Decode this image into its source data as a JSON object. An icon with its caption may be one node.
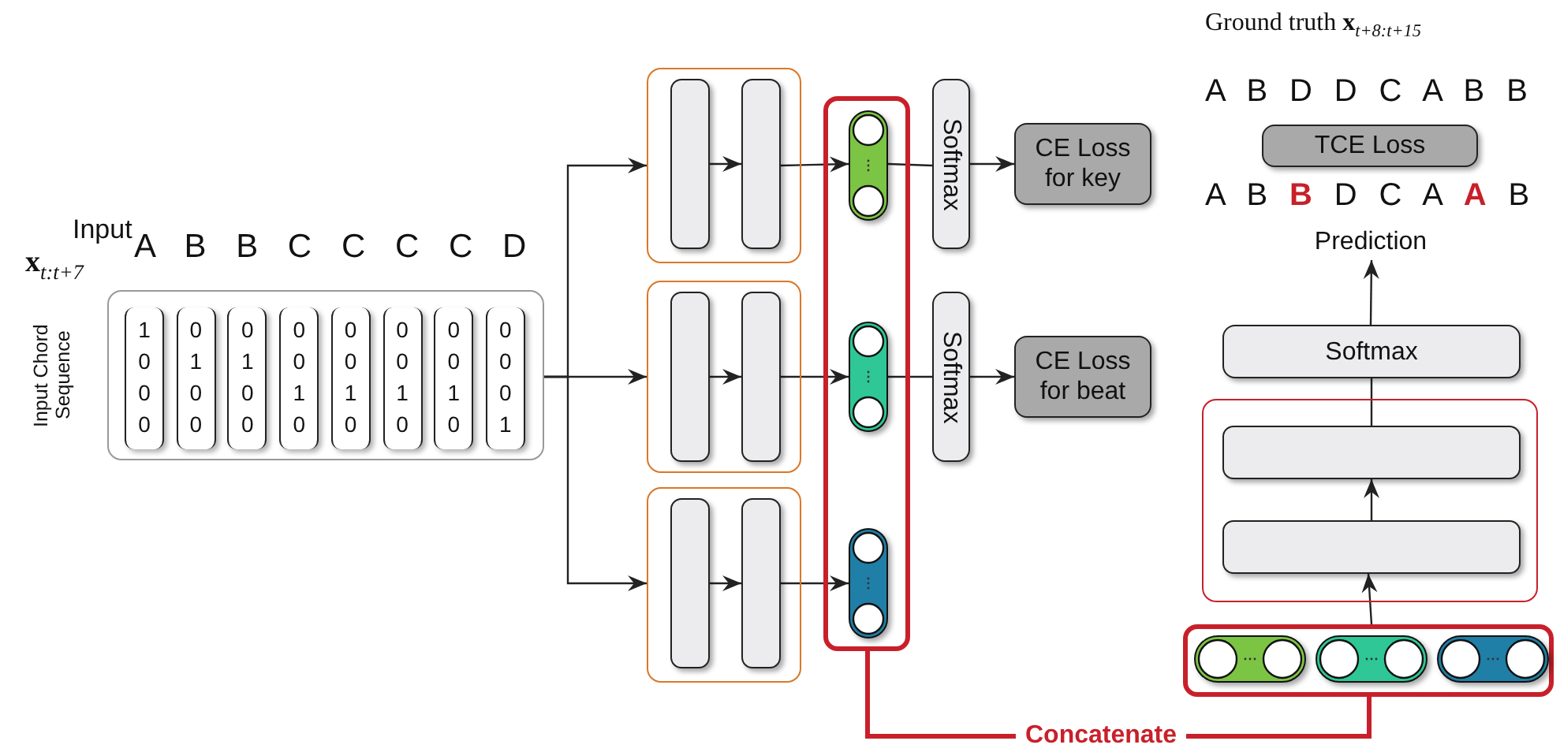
{
  "diagram": {
    "nodes": [
      {
        "text": [
          "Input Chord Sequence"
        ]
      },
      {
        "text": [
          "1 0 0 0"
        ],
        "in": 0
      },
      {
        "text": [
          "0 1 0 0"
        ],
        "in": 0
      },
      {
        "text": [
          "0 1 0 0"
        ],
        "in": 0
      },
      {
        "text": [
          "0 0 1 0"
        ],
        "in": 0
      },
      {
        "text": [
          "0 0 1 0"
        ],
        "in": 0
      },
      {
        "text": [
          "0 0 1 0"
        ],
        "in": 0
      },
      {
        "text": [
          "0 0 1 0"
        ],
        "in": 0
      },
      {
        "text": [
          "0 0 0 1"
        ],
        "in": 0
      },
      {
        "text": [],
        "shape": "box"
      },
      {
        "text": [],
        "shape": "bar",
        "in": 9
      },
      {
        "text": [],
        "shape": "bar",
        "in": 9
      },
      {
        "text": [],
        "shape": "box"
      },
      {
        "text": [],
        "shape": "bar",
        "in": 12
      },
      {
        "text": [],
        "shape": "bar",
        "in": 12
      },
      {
        "text": [],
        "shape": "box"
      },
      {
        "text": [],
        "shape": "bar",
        "in": 15
      },
      {
        "text": [],
        "shape": "bar",
        "in": 15
      },
      {
        "text": [],
        "shape": "box"
      },
      {
        "text": [],
        "shape": "pill",
        "in": 18
      },
      {
        "text": [],
        "shape": "pill",
        "in": 18
      },
      {
        "text": [],
        "shape": "pill",
        "in": 18
      },
      {
        "text": [
          "Softmax"
        ]
      },
      {
        "text": [
          "CE Loss for key"
        ]
      },
      {
        "text": [
          "Softmax"
        ]
      },
      {
        "text": [
          "CE Loss for beat"
        ]
      },
      {
        "text": [],
        "shape": "box"
      },
      {
        "text": [],
        "shape": "pill",
        "in": 26
      },
      {
        "text": [],
        "shape": "pill",
        "in": 26
      },
      {
        "text": [],
        "shape": "pill",
        "in": 26
      },
      {
        "text": [],
        "shape": "box"
      },
      {
        "text": [],
        "shape": "bar",
        "in": 30
      },
      {
        "text": [],
        "shape": "bar",
        "in": 30
      },
      {
        "text": [
          "Softmax"
        ]
      },
      {
        "text": [
          "Prediction"
        ]
      },
      {
        "text": [
          "TCE Loss"
        ]
      }
    ],
    "edges": [
      {
        "from": 0,
        "to": 9,
        "arrow": "to"
      },
      {
        "from": 0,
        "to": 12,
        "arrow": "to"
      },
      {
        "from": 0,
        "to": 15,
        "arrow": "to"
      },
      {
        "from": 10,
        "to": 11,
        "arrow": "to"
      },
      {
        "from": 11,
        "to": 19,
        "arrow": "to"
      },
      {
        "from": 13,
        "to": 14,
        "arrow": "to"
      },
      {
        "from": 14,
        "to": 20,
        "arrow": "to"
      },
      {
        "from": 16,
        "to": 17,
        "arrow": "to"
      },
      {
        "from": 17,
        "to": 21,
        "arrow": "to"
      },
      {
        "from": 19,
        "to": 22,
        "arrow": "none"
      },
      {
        "from": 22,
        "to": 23,
        "arrow": "to"
      },
      {
        "from": 20,
        "to": 24,
        "arrow": "none"
      },
      {
        "from": 24,
        "to": 25,
        "arrow": "to"
      },
      {
        "from": 18,
        "to": 26,
        "arrow": "none",
        "label": "Concatenate",
        "style": "thick",
        "color": "#c8202a"
      },
      {
        "from": 26,
        "to": 32,
        "arrow": "to"
      },
      {
        "from": 32,
        "to": 31,
        "arrow": "to"
      },
      {
        "from": 31,
        "to": 33,
        "arrow": "none"
      },
      {
        "from": 33,
        "to": 34,
        "arrow": "to"
      }
    ],
    "labels": [
      "Ground truth **x**$_{t+8:t+15}$",
      "A B D D C A B B",
      "A B **B** D C A **A** B",
      "Input",
      "**x**$_{t:t+7}$",
      "A B B C C C C D"
    ]
  }
}
